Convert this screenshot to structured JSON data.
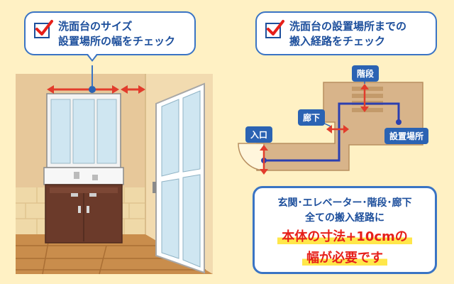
{
  "callouts": {
    "left": {
      "line1": "洗面台のサイズ",
      "line2": "設置場所の幅をチェック"
    },
    "right": {
      "line1": "洗面台の設置場所までの",
      "line2": "搬入経路をチェック"
    }
  },
  "route_labels": {
    "stairs": "階段",
    "hallway": "廊下",
    "entrance": "入口",
    "install_place": "設置場所"
  },
  "note": {
    "line1": "玄関･エレベーター･階段･廊下",
    "line2": "全ての搬入経路に",
    "line3": "本体の寸法+10cmの",
    "line4": "幅が必要です"
  },
  "colors": {
    "background": "#fff1c4",
    "accent_blue": "#3a74c4",
    "text_blue": "#1d4f9c",
    "highlight_red": "#e61f19",
    "arrow_red": "#e23c2c",
    "cabinet_brown": "#6b3a2a",
    "route_tan": "#d8b48a"
  }
}
